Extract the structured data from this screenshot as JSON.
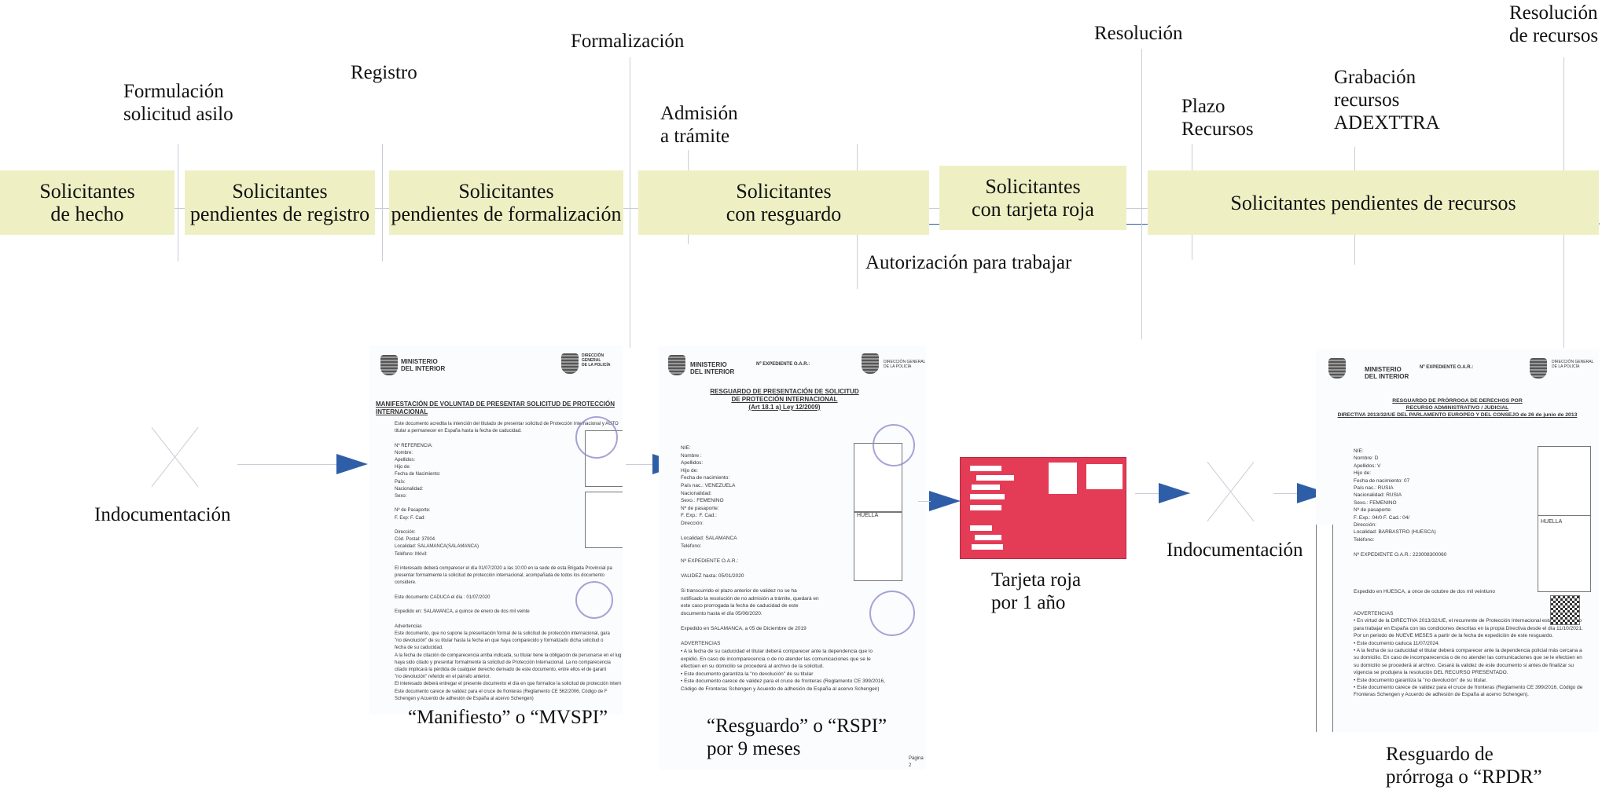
{
  "stages": [
    {
      "id": "hecho",
      "label": "Solicitantes\nde hecho"
    },
    {
      "id": "registro",
      "label": "Solicitantes\npendientes de registro"
    },
    {
      "id": "formalizacion",
      "label": "Solicitantes\npendientes de formalización"
    },
    {
      "id": "resguardo",
      "label": "Solicitantes\ncon resguardo"
    },
    {
      "id": "tarjeta",
      "label": "Solicitantes\ncon tarjeta roja"
    },
    {
      "id": "recursos",
      "label": "Solicitantes pendientes de recursos"
    }
  ],
  "milestones": [
    {
      "id": "formulacion",
      "label": "Formulación\nsolicitud asilo"
    },
    {
      "id": "registro",
      "label": "Registro"
    },
    {
      "id": "formalizacion",
      "label": "Formalización"
    },
    {
      "id": "admision",
      "label": "Admisión\na trámite"
    },
    {
      "id": "resolucion",
      "label": "Resolución"
    },
    {
      "id": "plazo",
      "label": "Plazo\nRecursos"
    },
    {
      "id": "grabacion",
      "label": "Grabación\nrecursos\nADEXTTRA"
    },
    {
      "id": "resolucion_recursos",
      "label": "Resolución\nde recursos"
    }
  ],
  "work_authorization": "Autorización para trabajar",
  "documents": [
    {
      "id": "indoc1",
      "caption": "Indocumentación"
    },
    {
      "id": "mvspi",
      "caption": "“Manifiesto” o “MVSPI”"
    },
    {
      "id": "rspi",
      "caption": "“Resguardo” o “RSPI”\npor 9 meses"
    },
    {
      "id": "tarjeta",
      "caption": "Tarjeta roja\npor 1 año"
    },
    {
      "id": "indoc2",
      "caption": "Indocumentación"
    },
    {
      "id": "rpdr",
      "caption": "Resguardo de\nprórroga o “RPDR”"
    }
  ],
  "doc_mvspi": {
    "org": "MINISTERIO\nDEL INTERIOR",
    "org2": "DIRECCIÓN GENERAL\nDE LA POLICÍA",
    "title": "MANIFESTACIÓN DE VOLUNTAD DE PRESENTAR SOLICITUD DE PROTECCIÓN\nINTERNACIONAL",
    "body": "Este documento acredita la intención del titulado de presentar solicitud de Protección Internacional y AUTO\ntitular a permanecer en España hasta la fecha de caducidad.\n\nNº REFERENCIA:\nNombre:\nApellidos:\nHijo de:\nFecha de Nacimiento:\nPaís:\nNacionalidad:\nSexo:\n\nNº de Pasaporte:\nF. Exp:                                        F. Cad:\n\nDirección:\nCód. Postal: 37004\nLocalidad: SALAMANCA(SALAMANCA)\nTeléfono:                                    Móvil:\n\nEl interesado deberá comparecer el día 01/07/2020 a las 10:00 en la sede de esta Brigada Provincial pa\npresentar formalmente la solicitud de protección internacional, acompañada de todos los documento\nconsidere.\n\nEste documento CADUCA el día : 01/07/2020\n\nExpedido en: SALAMANCA, a quince de enero de dos mil veinte\n\nAdvertencias\nEste documento, que no supone la presentación formal de la solicitud de protección internacional, gara\n\"no devolución\" de su titular hasta la fecha en que haya comparecido y formalizado dicha solicitud o\nfecha de su caducidad.\nA la fecha de citación de comparecencia arriba indicada, su titular tiene la obligación de personarse en el lug\nhaya sido citado y presentar formalmente la solicitud de Protección Internacional. La no comparecencia \ncitado implicará la pérdida de cualquier derecho derivado de este documento, entre ellos el de garant\n\"no devolución\" referido en el párrafo anterior.\nEl interesado deberá entregar el presente documento el día en que formalice la solicitud de protección intern\nEste documento carece de validez para el cruce de fronteras (Reglamento CE 562/2006, Código de F\nSchengen y Acuerdo de adhesión de España al acervo Schengen)"
  },
  "doc_rspi": {
    "org": "MINISTERIO\nDEL INTERIOR",
    "expediente": "Nº EXPEDIENTE O.A.R.:",
    "org2": "DIRECCIÓN GENERAL\nDE LA POLICÍA",
    "title": "RESGUARDO DE PRESENTACIÓN DE SOLICITUD\nDE PROTECCIÓN INTERNACIONAL\n(Art 18.1 a) Ley 12/2009)",
    "body": "NIE:\nNombre :\nApellidos:\nHijo de:\nFecha de nacimiento:\nPaís nac.: VENEZUELA\nNacionalidad:\nSexo.: FEMENINO\nNº de pasaporte:\nF. Exp.:                              F. Cad.:\nDirección:\n\nLocalidad: SALAMANCA\nTeléfono:\n\nNº EXPEDIENTE O.A.R.:\n\nVALIDEZ hasta: 05/01/2020\n\nSi transcurrido el plazo anterior de validez no se ha\nnotificado la resolución de no admisión a trámite, quedará en\neste caso prorrogada la fecha de caducidad de este\ndocumento hasta el día 05/06/2020.\n\nExpedido en SALAMANCA, a 05 de Diciembre de 2019\n\nADVERTENCIAS\n  •  A la fecha de su caducidad el titular deberá comparecer ante la dependencia que lo\n     expidió. En caso de incomparecencia o de no atender las comunicaciones que se le\n     efectúen en su domicilio se procederá al archivo de la solicitud.\n  •  Este documento garantiza la \"no devolución\" de su titular\n  •  Este documento carece de validez para el cruce de fronteras (Reglamento CE 399/2016,\n     Código de Fronteras Schengen y Acuerdo de adhesión de España al acervo Schengen)",
    "huella": "HUELLA",
    "page": "Página 2"
  },
  "doc_rpdr": {
    "org": "MINISTERIO\nDEL INTERIOR",
    "expediente": "Nº EXPEDIENTE O.A.R.:",
    "org2": "DIRECCIÓN GENERAL\nDE LA POLICÍA",
    "title": "RESGUARDO DE PRÓRROGA DE DERECHOS POR\nRECURSO ADMINISTRATIVO / JUDICIAL\nDIRECTIVA 2013/32/UE DEL PARLAMENTO EUROPEO Y DEL CONSEJO de 26 de junio de 2013",
    "body": "NIE:\nNombre: D\nApellidos: V\nHijo de:\nFecha de nacimiento: 07\nPaís nac.: RUSIA\nNacionalidad: RUSIA\nSexo.: FEMENINO\nNº de pasaporte:\nF. Exp.: 04/0                  F. Cad.: 04/\nDirección:\nLocalidad: BARBASTRO (HUESCA)\nTeléfono:\n\nNº EXPEDIENTE O.A.R.: 223008300060\n\n\n\n\nExpedido en HUESCA, a once de octubre de dos mil veintiuno\n\n\nADVERTENCIAS\n  •  En virtud de la DIRECTIVA 2013/32/UE, el recurrente de Protección Internacional estará autorizado\n     para trabajar en España con las condiciones descritas en la propia Directiva desde el día 11/10/2021.\n     Por un periodo de NUEVE MESES a partir de la fecha de expedición de este resguardo.\n  •  Este documento caduca 11/07/2024.\n  •  A la fecha de su caducidad el titular deberá comparecer ante la dependencia policial más cercana a\n     su domicilio. En caso de incomparecencia o de no atender las comunicaciones que se le efectúen en\n     su domicilio se procederá al archivo. Cesará la validez de este documento si antes de finalizar su\n     vigencia se produjera la resolución DEL RECURSO PRESENTADO.\n  •  Este documento garantiza la \"no devolución\" de su titular.\n  •  Este documento carece de validez para el cruce de fronteras (Reglamento CE 399/2016, Código de\n     Fronteras Schengen y Acuerdo de adhesión de España al acervo Schengen).",
    "huella": "HUELLA"
  },
  "colors": {
    "stage_fill": "#eef0c4",
    "arrow": "#2f5ea8",
    "connector": "#c9cdd6",
    "card": "#e43b57"
  }
}
